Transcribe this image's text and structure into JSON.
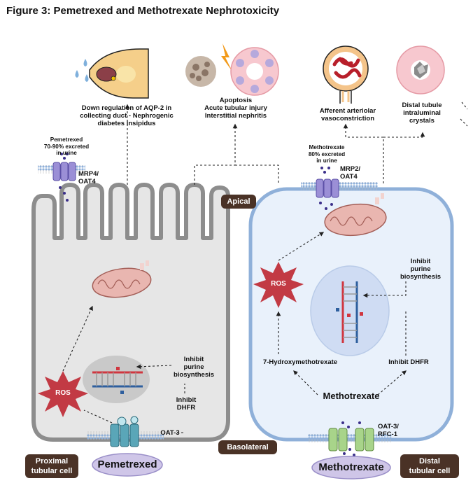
{
  "title": "Figure 3: Pemetrexed and Methotrexate Nephrotoxicity",
  "effects": {
    "aqp2": [
      "Down regulation of AQP-2 in",
      "collecting duct - Nephrogenic",
      "diabetes insipidus"
    ],
    "apoptosis": [
      "Apoptosis",
      "Acute tubular injury",
      "Interstitial nephritis"
    ],
    "afferent": [
      "Afferent arteriolar",
      "vasoconstriction"
    ],
    "crystals": [
      "Distal tubule",
      "intraluminal",
      "crystals"
    ]
  },
  "left_cell": {
    "excretion": [
      "Pemetrexed",
      "70-90% excreted",
      "in urine"
    ],
    "apical_transporter": [
      "MRP4/",
      "OAT4"
    ],
    "ros": "ROS",
    "purine": [
      "Inhibit",
      "purine",
      "biosynthesis"
    ],
    "dhfr": [
      "Inhibit",
      "DHFR"
    ],
    "basolateral_transporter": "OAT-3",
    "drug": "Pemetrexed",
    "cell_label": [
      "Proximal",
      "tubular cell"
    ]
  },
  "right_cell": {
    "excretion": [
      "Methotrexate",
      "80% excreted",
      "in urine"
    ],
    "apical_transporter": [
      "MRP2/",
      "OAT4"
    ],
    "ros": "ROS",
    "purine": [
      "Inhibit",
      "purine",
      "biosynthesis"
    ],
    "hydroxy": "7-Hydroxymethotrexate",
    "dhfr": "Inhibit DHFR",
    "center_drug": "Methotrexate",
    "basolateral_transporter": [
      "OAT-3/",
      "RFC-1"
    ],
    "drug": "Methotrexate",
    "cell_label": [
      "Distal",
      "tubular cell"
    ]
  },
  "labels": {
    "apical": "Apical",
    "basolateral": "Basolateral"
  },
  "colors": {
    "left_cell_fill": "#e6e6e6",
    "left_cell_stroke": "#8d8d8d",
    "right_cell_fill": "#e9f1fb",
    "right_cell_stroke": "#8fb0d9",
    "ros": "#c23a44",
    "pill": "#4a3226",
    "drug_oval": "#cfc6e8",
    "dna_red": "#d0363f",
    "dna_blue": "#2e5f9e"
  }
}
